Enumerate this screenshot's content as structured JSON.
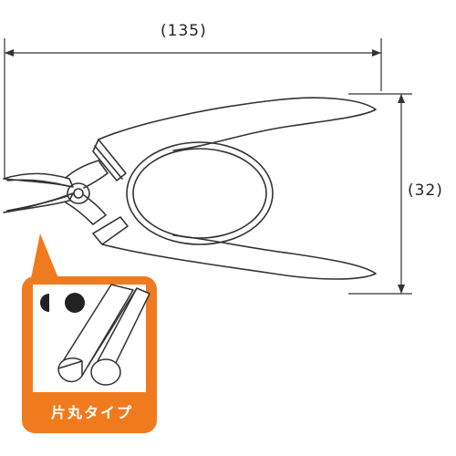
{
  "dimensions": {
    "width_label": "(135)",
    "height_label": "(32)"
  },
  "badge": {
    "label": "片丸タイプ",
    "color": "#f07b1e"
  },
  "colors": {
    "line": "#333333",
    "badge": "#f07b1e",
    "background": "#ffffff"
  },
  "icons": [
    "plier-diagram",
    "half-round-icon",
    "full-round-icon",
    "jaw-tips-closeup"
  ]
}
